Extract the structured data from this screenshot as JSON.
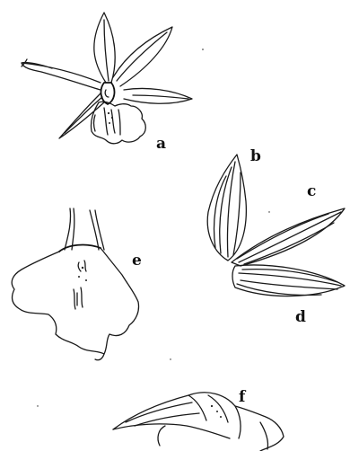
{
  "labels": {
    "a": "a",
    "b": "b",
    "c": "c",
    "d": "d",
    "e": "e",
    "f": "f"
  },
  "colors": {
    "ink": "#1a1a1a",
    "paper": "#ffffff"
  }
}
